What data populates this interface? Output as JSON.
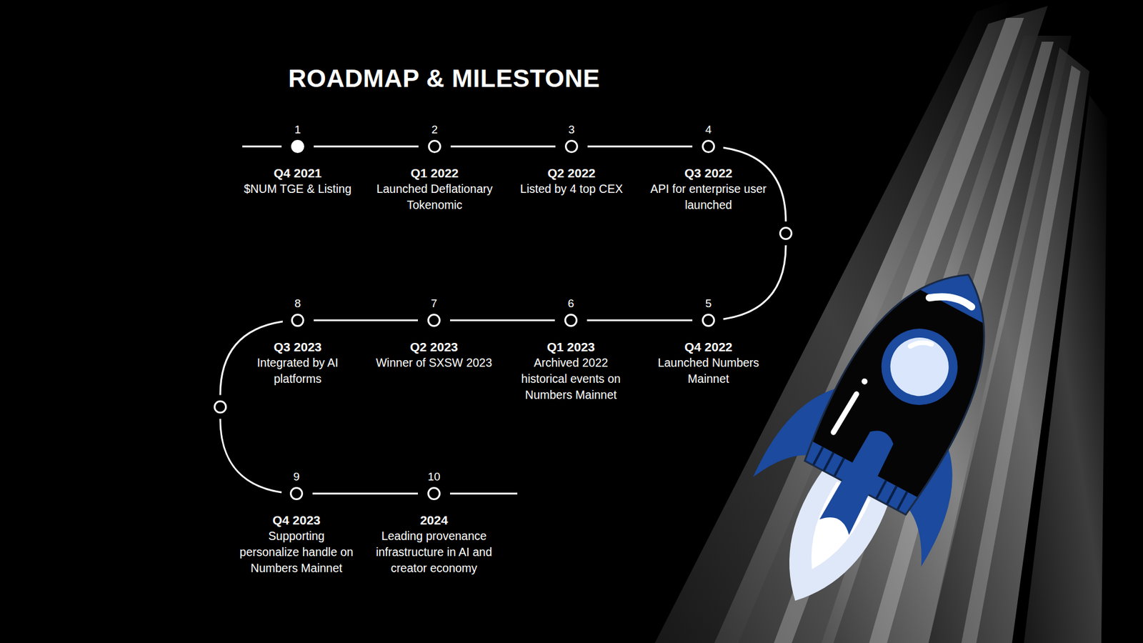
{
  "diagram": {
    "title": "ROADMAP & MILESTONE",
    "nodes": [
      {
        "text": [
          "1",
          "Q4 2021",
          "$NUM TGE & Listing"
        ]
      },
      {
        "text": [
          "2",
          "Q1 2022",
          "Launched Deflationary Tokenomic"
        ]
      },
      {
        "text": [
          "3",
          "Q2 2022",
          "Listed by 4 top CEX"
        ]
      },
      {
        "text": [
          "4",
          "Q3 2022",
          "API for enterprise user launched"
        ]
      },
      {
        "text": [
          "5",
          "Q4 2022",
          "Launched Numbers Mainnet"
        ]
      },
      {
        "text": [
          "6",
          "Q1 2023",
          "Archived 2022 historical events on Numbers Mainnet"
        ]
      },
      {
        "text": [
          "7",
          "Q2 2023",
          "Winner of SXSW 2023"
        ]
      },
      {
        "text": [
          "8",
          "Q3 2023",
          "Integrated by AI platforms"
        ]
      },
      {
        "text": [
          "9",
          "Q4 2023",
          "Supporting personalize handle on Numbers Mainnet"
        ]
      },
      {
        "text": [
          "10",
          "2024",
          "Leading provenance infrastructure in AI and creator economy"
        ]
      }
    ],
    "edges": [
      {
        "from": 0,
        "to": 1,
        "arrow": "none"
      },
      {
        "from": 1,
        "to": 2,
        "arrow": "none"
      },
      {
        "from": 2,
        "to": 3,
        "arrow": "none"
      },
      {
        "from": 3,
        "to": 4,
        "arrow": "none"
      },
      {
        "from": 4,
        "to": 5,
        "arrow": "none"
      },
      {
        "from": 5,
        "to": 6,
        "arrow": "none"
      },
      {
        "from": 6,
        "to": 7,
        "arrow": "none"
      },
      {
        "from": 7,
        "to": 8,
        "arrow": "none"
      },
      {
        "from": 8,
        "to": 9,
        "arrow": "none"
      }
    ]
  }
}
